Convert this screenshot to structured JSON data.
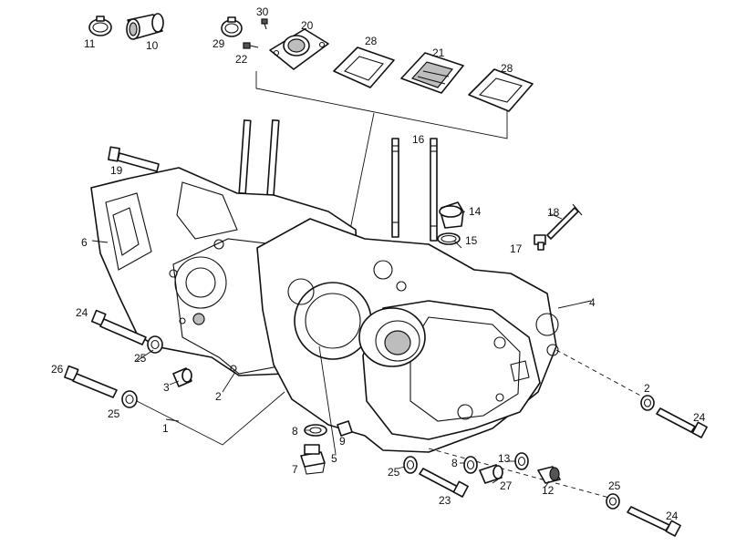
{
  "callouts": [
    {
      "id": "11",
      "text": "11"
    },
    {
      "id": "10",
      "text": "10"
    },
    {
      "id": "29",
      "text": "29"
    },
    {
      "id": "30",
      "text": "30"
    },
    {
      "id": "20",
      "text": "20"
    },
    {
      "id": "22",
      "text": "22"
    },
    {
      "id": "28a",
      "text": "28"
    },
    {
      "id": "21",
      "text": "21"
    },
    {
      "id": "28b",
      "text": "28"
    },
    {
      "id": "16",
      "text": "16"
    },
    {
      "id": "19",
      "text": "19"
    },
    {
      "id": "6",
      "text": "6"
    },
    {
      "id": "14",
      "text": "14"
    },
    {
      "id": "15",
      "text": "15"
    },
    {
      "id": "18",
      "text": "18"
    },
    {
      "id": "17",
      "text": "17"
    },
    {
      "id": "4",
      "text": "4"
    },
    {
      "id": "24a",
      "text": "24"
    },
    {
      "id": "25a",
      "text": "25"
    },
    {
      "id": "26",
      "text": "26"
    },
    {
      "id": "3",
      "text": "3"
    },
    {
      "id": "2a",
      "text": "2"
    },
    {
      "id": "25b",
      "text": "25"
    },
    {
      "id": "1",
      "text": "1"
    },
    {
      "id": "8a",
      "text": "8"
    },
    {
      "id": "9",
      "text": "9"
    },
    {
      "id": "5",
      "text": "5"
    },
    {
      "id": "7",
      "text": "7"
    },
    {
      "id": "2b",
      "text": "2"
    },
    {
      "id": "24b",
      "text": "24"
    },
    {
      "id": "25c",
      "text": "25"
    },
    {
      "id": "8b",
      "text": "8"
    },
    {
      "id": "13",
      "text": "13"
    },
    {
      "id": "27",
      "text": "27"
    },
    {
      "id": "12",
      "text": "12"
    },
    {
      "id": "23",
      "text": "23"
    },
    {
      "id": "25d",
      "text": "25"
    },
    {
      "id": "24c",
      "text": "24"
    }
  ]
}
